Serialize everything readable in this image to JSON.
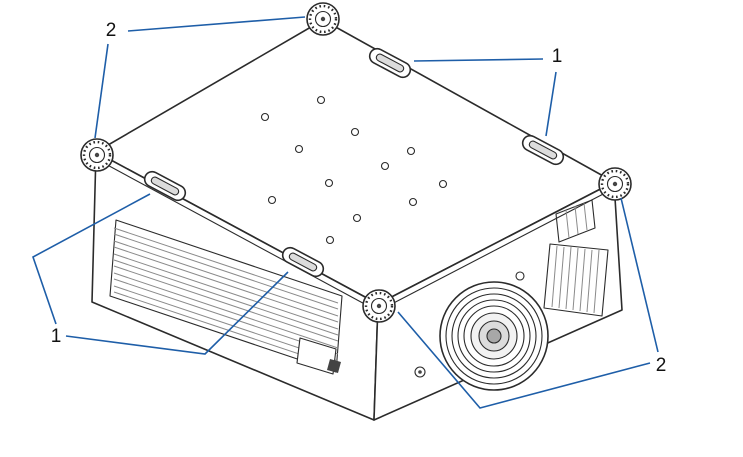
{
  "figure": {
    "callouts": [
      {
        "position": "top-left",
        "label": "2"
      },
      {
        "position": "top-right",
        "label": "1"
      },
      {
        "position": "bottom-left",
        "label": "1"
      },
      {
        "position": "bottom-right",
        "label": "2"
      }
    ],
    "colors": {
      "callout-line": "#1e5ea8",
      "drawing-stroke": "#2b2b2b",
      "drawing-light": "#8a8a8a",
      "background": "#ffffff"
    }
  }
}
